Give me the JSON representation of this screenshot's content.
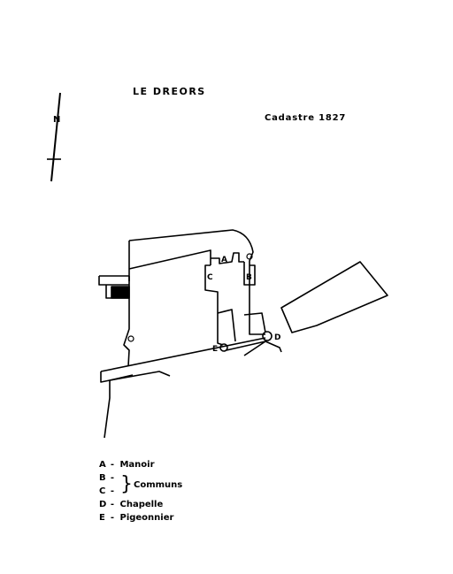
{
  "header": {
    "place": "LE DREORS",
    "source": "Cadastre 1827"
  },
  "north": {
    "label": "N"
  },
  "plan_labels": {
    "a": "A",
    "b": "B",
    "c": "C",
    "d": "D",
    "e": "E"
  },
  "legend": {
    "sep": "-",
    "items": [
      {
        "key": "A",
        "label": "Manoir"
      },
      {
        "key": "B",
        "label": ""
      },
      {
        "key": "C",
        "label": ""
      },
      {
        "key": "D",
        "label": "Chapelle"
      },
      {
        "key": "E",
        "label": "Pigeonnier"
      }
    ],
    "group_bc": "Communs"
  }
}
